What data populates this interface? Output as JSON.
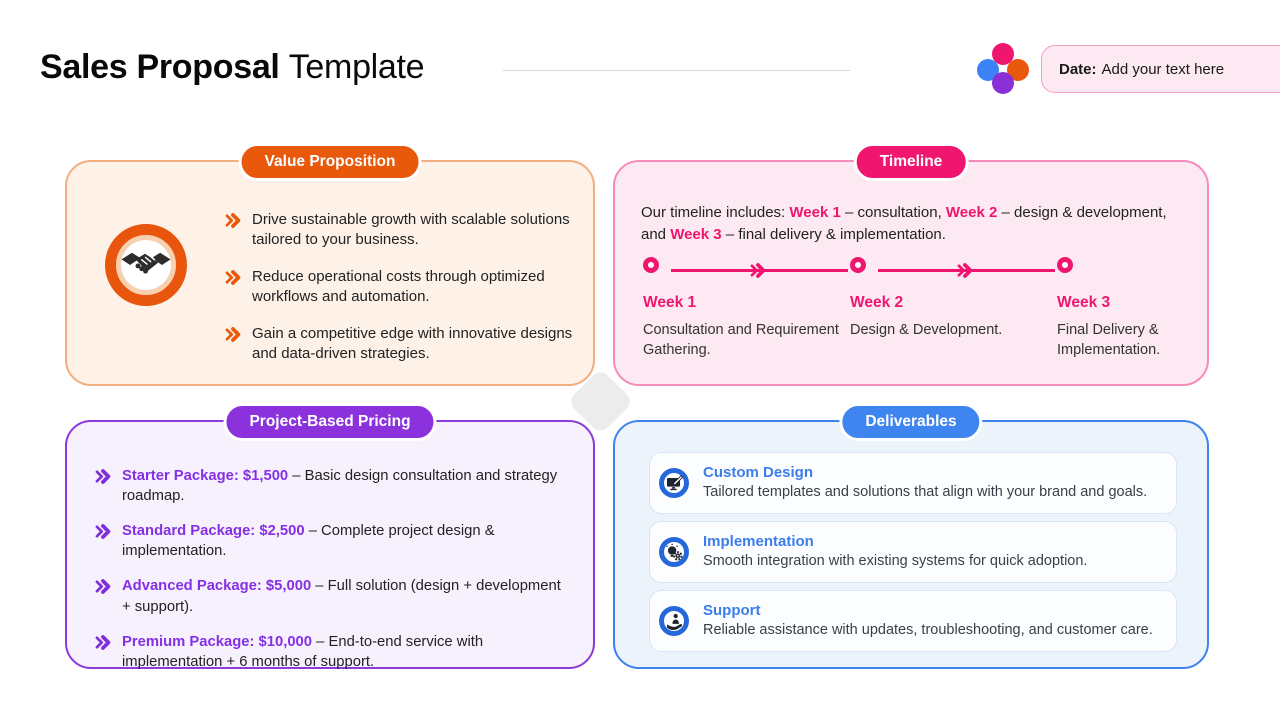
{
  "header": {
    "title_bold": "Sales Proposal",
    "title_light": "Template",
    "date_label": "Date:",
    "date_text": "Add your text here"
  },
  "value_proposition": {
    "badge": "Value Proposition",
    "icon": "handshake-icon",
    "bullets": [
      "Drive sustainable growth with scalable solutions tailored to your business.",
      "Reduce operational costs through optimized workflows and automation.",
      "Gain a competitive edge with innovative designs and data-driven strategies."
    ]
  },
  "timeline": {
    "badge": "Timeline",
    "intro": {
      "s0": "Our timeline includes: ",
      "s1": "Week 1",
      "s2": " – consultation, ",
      "s3": "Week 2",
      "s4": " – design & development, and ",
      "s5": "Week 3",
      "s6": " – final delivery & implementation."
    },
    "steps": [
      {
        "week": "Week 1",
        "desc": "Consultation and Requirement Gathering."
      },
      {
        "week": "Week 2",
        "desc": "Design & Development."
      },
      {
        "week": "Week 3",
        "desc": "Final Delivery & Implementation."
      }
    ]
  },
  "pricing": {
    "badge": "Project-Based Pricing",
    "items": [
      {
        "highlight": "Starter Package: $1,500",
        "rest": " – Basic design consultation and strategy roadmap."
      },
      {
        "highlight": "Standard Package: $2,500",
        "rest": " – Complete project design & implementation."
      },
      {
        "highlight": "Advanced Package: $5,000",
        "rest": " – Full solution (design + development + support)."
      },
      {
        "highlight": "Premium Package: $10,000",
        "rest": " – End-to-end service with implementation + 6 months of support."
      }
    ]
  },
  "deliverables": {
    "badge": "Deliverables",
    "items": [
      {
        "icon": "monitor-design-icon",
        "title": "Custom Design",
        "desc": "Tailored templates and solutions that align with your brand and goals."
      },
      {
        "icon": "bulb-gear-icon",
        "title": "Implementation",
        "desc": "Smooth integration with existing systems for quick adoption."
      },
      {
        "icon": "support-hand-icon",
        "title": "Support",
        "desc": "Reliable assistance with updates, troubleshooting, and customer care."
      }
    ]
  },
  "colors": {
    "orange": "#E8590C",
    "pink": "#F0166F",
    "purple": "#8B32DC",
    "blue": "#3E85F0"
  }
}
